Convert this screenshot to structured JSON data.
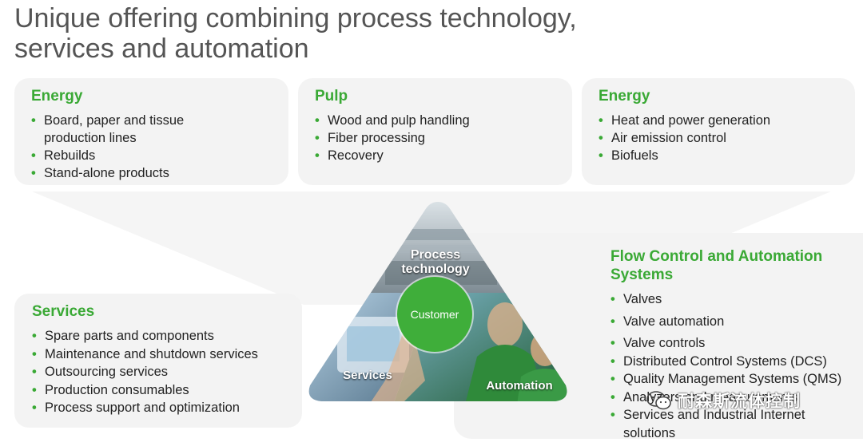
{
  "title": {
    "line1": "Unique offering combining process technology,",
    "line2": "services and automation"
  },
  "cards": {
    "energy_left": {
      "heading": "Energy",
      "items": [
        "Board, paper and tissue production lines",
        "Rebuilds",
        "Stand-alone products"
      ]
    },
    "pulp": {
      "heading": "Pulp",
      "items": [
        "Wood and pulp handling",
        "Fiber processing",
        "Recovery"
      ]
    },
    "energy_right": {
      "heading": "Energy",
      "items": [
        "Heat and power generation",
        "Air emission control",
        "Biofuels"
      ]
    },
    "services": {
      "heading": "Services",
      "items": [
        "Spare parts and components",
        "Maintenance and shutdown services",
        "Outsourcing services",
        "Production consumables",
        "Process support and optimization"
      ]
    },
    "flow_control": {
      "heading": "Flow Control and Automation Systems",
      "items": [
        "Valves",
        "Valve automation",
        "Valve controls",
        "Distributed Control Systems (DCS)",
        "Quality Management Systems (QMS)",
        "Analyzers and measurements",
        "Services and Industrial Internet solutions"
      ]
    }
  },
  "triangle": {
    "process_label": "Process technology",
    "services_label": "Services",
    "automation_label": "Automation",
    "customer_label": "Customer"
  },
  "watermark": {
    "text": "耐森斯流体控制",
    "icon": "wechat-icon"
  },
  "colors": {
    "accent_green": "#3aa935",
    "customer_green": "#3fae3a",
    "card_bg": "#f3f3f3",
    "title_gray": "#555555"
  }
}
